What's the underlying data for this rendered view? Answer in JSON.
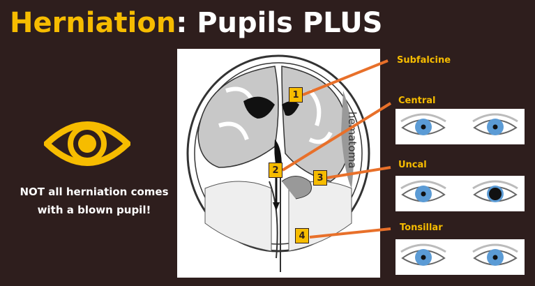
{
  "title": {
    "highlight": "Herniation",
    "rest": ": Pupils PLUS"
  },
  "note": {
    "line1": "NOT all herniation comes",
    "line2": "with a blown pupil!"
  },
  "diagram": {
    "hematoma_label": "hematoma",
    "markers": [
      "1",
      "2",
      "3",
      "4"
    ]
  },
  "types": [
    {
      "label": "Subfalcine"
    },
    {
      "label": "Central",
      "pupils": [
        "normal",
        "normal"
      ]
    },
    {
      "label": "Uncal",
      "pupils": [
        "normal",
        "blown"
      ]
    },
    {
      "label": "Tonsillar",
      "pupils": [
        "normal",
        "normal"
      ]
    }
  ],
  "colors": {
    "background": "#2e1e1d",
    "accent": "#f6bc00",
    "line": "#e8702a"
  }
}
